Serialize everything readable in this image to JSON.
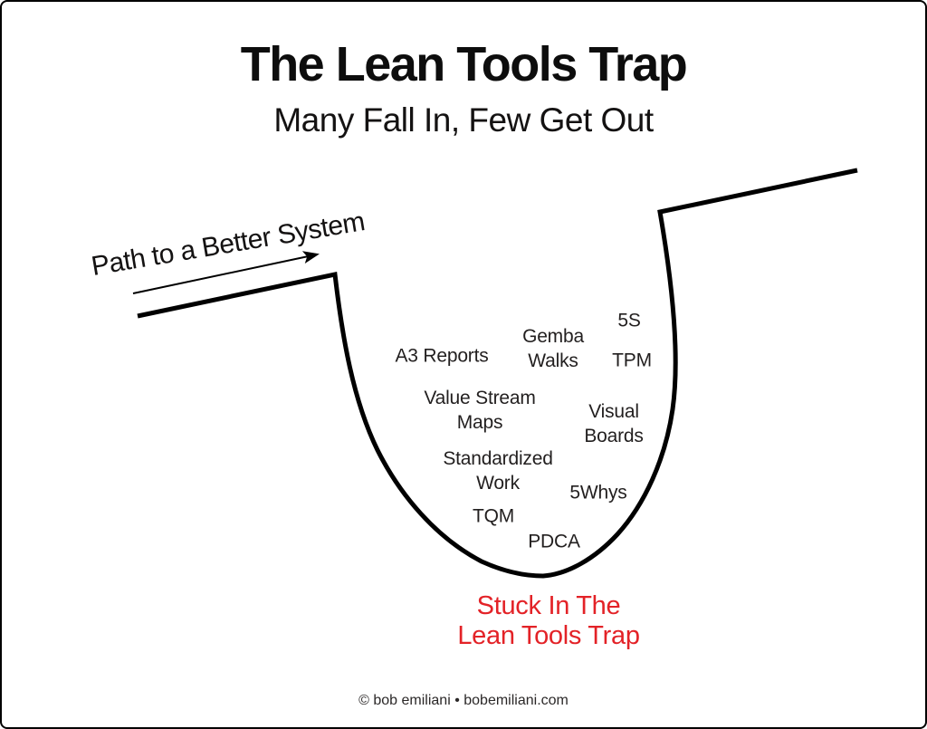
{
  "header": {
    "title": "The Lean Tools Trap",
    "subtitle": "Many Fall In, Few Get Out"
  },
  "path": {
    "label": "Path to a Better System"
  },
  "tools": [
    {
      "label": "A3 Reports"
    },
    {
      "label": "Gemba\nWalks"
    },
    {
      "label": "5S"
    },
    {
      "label": "TPM"
    },
    {
      "label": "Value Stream\nMaps"
    },
    {
      "label": "Visual\nBoards"
    },
    {
      "label": "Standardized\nWork"
    },
    {
      "label": "5Whys"
    },
    {
      "label": "TQM"
    },
    {
      "label": "PDCA"
    }
  ],
  "trap": {
    "caption": "Stuck In The\nLean Tools Trap"
  },
  "footer": {
    "credit": "© bob emiliani • bobemiliani.com"
  },
  "colors": {
    "ink": "#1c1a1a",
    "outline": "#000000",
    "accent_red": "#e32227"
  }
}
